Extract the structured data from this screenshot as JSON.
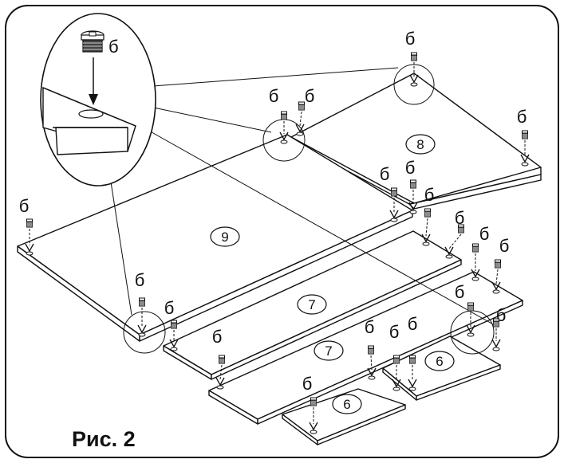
{
  "caption": "Рис. 2",
  "part_label": "б",
  "panel_numbers": {
    "p9": "9",
    "p8": "8",
    "p7a": "7",
    "p7b": "7",
    "p6a": "6",
    "p6b": "6"
  }
}
